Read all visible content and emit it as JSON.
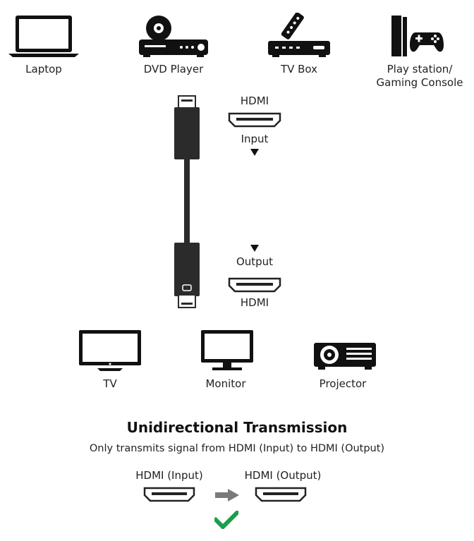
{
  "sources": [
    {
      "label": "Laptop",
      "icon": "laptop-icon"
    },
    {
      "label": "DVD Player",
      "icon": "dvd-player-icon"
    },
    {
      "label": "TV Box",
      "icon": "tv-box-icon"
    },
    {
      "label": "Play station/\nGaming Console",
      "icon": "game-console-icon"
    }
  ],
  "cable": {
    "input_top": "HDMI",
    "input_bottom": "Input",
    "output_top": "Output",
    "output_bottom": "HDMI"
  },
  "displays": [
    {
      "label": "TV",
      "icon": "tv-icon"
    },
    {
      "label": "Monitor",
      "icon": "monitor-icon"
    },
    {
      "label": "Projector",
      "icon": "projector-icon"
    }
  ],
  "transmission": {
    "title": "Unidirectional Transmission",
    "subtitle": "Only transmits signal from HDMI (Input) to HDMI (Output)",
    "from_label": "HDMI (Input)",
    "to_label": "HDMI (Output)"
  },
  "colors": {
    "icon": "#111111",
    "cable": "#2b2b2b",
    "arrow": "#7a7a7a",
    "check": "#1a9e4b"
  }
}
